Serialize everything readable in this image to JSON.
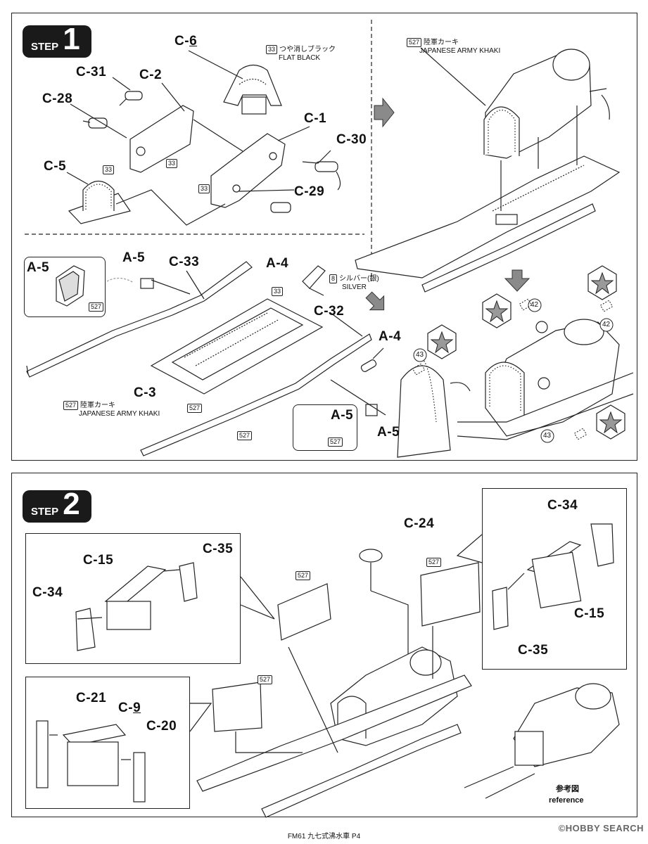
{
  "step1": {
    "word": "STEP",
    "number": "1",
    "parts": {
      "c6": "C-6",
      "c31": "C-31",
      "c2": "C-2",
      "c28": "C-28",
      "c1": "C-1",
      "c30": "C-30",
      "c5": "C-5",
      "c29": "C-29",
      "a5_top": "A-5",
      "a5_box": "A-5",
      "c33": "C-33",
      "a4_left": "A-4",
      "c32": "C-32",
      "a4_right": "A-4",
      "c3": "C-3",
      "a5_box2": "A-5",
      "a5_bottom": "A-5"
    },
    "paint": {
      "flat_black_code": "33",
      "flat_black_jp": "つや消しブラック",
      "flat_black_en": "FLAT BLACK",
      "khaki_code": "527",
      "khaki_jp": "陸軍カーキ",
      "khaki_en": "JAPANESE ARMY KHAKI",
      "silver_code": "8",
      "silver_jp": "シルバー(銀)",
      "silver_en": "SILVER",
      "code33": "33",
      "code527": "527"
    },
    "decals": {
      "d42": "42",
      "d43": "43"
    }
  },
  "step2": {
    "word": "STEP",
    "number": "2",
    "parts": {
      "c15": "C-15",
      "c35": "C-35",
      "c34": "C-34",
      "c24": "C-24",
      "c34_r": "C-34",
      "c15_r": "C-15",
      "c35_r": "C-35",
      "c21": "C-21",
      "c9": "C-9",
      "c20": "C-20"
    },
    "paint": {
      "code527": "527"
    },
    "reference_jp": "参考図",
    "reference_en": "reference"
  },
  "footer": "FM61 九七式沸水車 P4",
  "watermark": "©HOBBY SEARCH",
  "colors": {
    "ink": "#1a1a1a",
    "arrow": "#8a8a8a"
  }
}
